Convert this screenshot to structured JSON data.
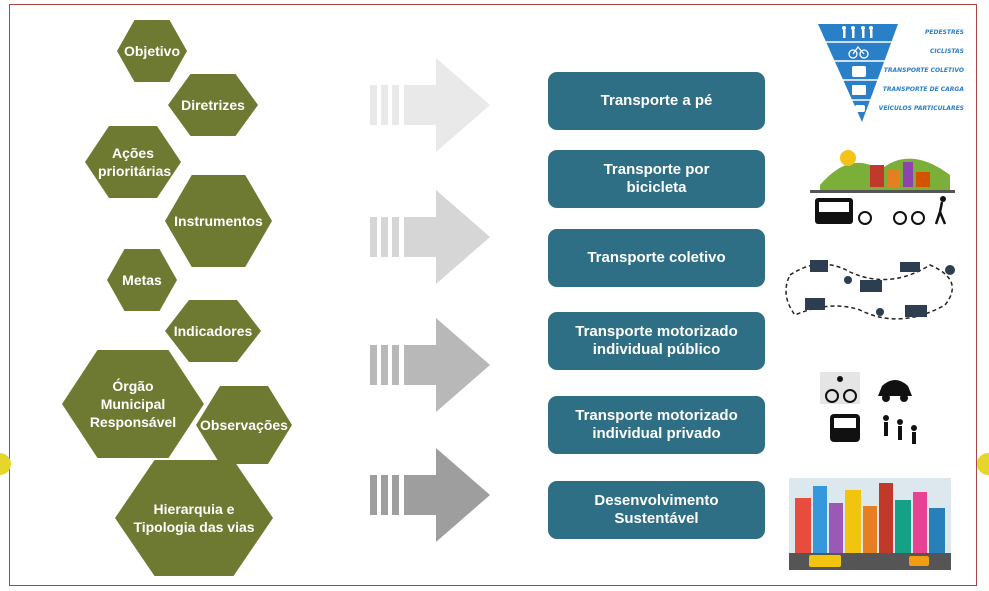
{
  "hexagons": [
    {
      "label": "Objetivo"
    },
    {
      "label": "Diretrizes"
    },
    {
      "label": "Ações prioritárias"
    },
    {
      "label": "Instrumentos"
    },
    {
      "label": "Metas"
    },
    {
      "label": "Indicadores"
    },
    {
      "label": "Órgão Municipal Responsável"
    },
    {
      "label": "Observações"
    },
    {
      "label": "Hierarquia e Tipologia das vias"
    }
  ],
  "boxes": [
    {
      "label": "Transporte a pé"
    },
    {
      "label": "Transporte por bicicleta"
    },
    {
      "label": "Transporte coletivo"
    },
    {
      "label": "Transporte motorizado individual público"
    },
    {
      "label": "Transporte motorizado individual privado"
    },
    {
      "label": "Desenvolvimento Sustentável"
    }
  ],
  "pyramid_labels": [
    "PEDESTRES",
    "CICLISTAS",
    "TRANSPORTE COLETIVO",
    "TRANSPORTE DE CARGA",
    "VEÍCULOS PARTICULARES"
  ],
  "colors": {
    "hexagon": "#6e7a32",
    "box": "#2f6f86",
    "pyramid": "#2a7fc9",
    "frame": "#a8463f",
    "page_marker": "#e6d52a"
  },
  "icons": [
    "pedestrian-icon",
    "bicycle-icon",
    "bus-icon",
    "truck-icon",
    "car-icon",
    "wheelchair-icon"
  ]
}
